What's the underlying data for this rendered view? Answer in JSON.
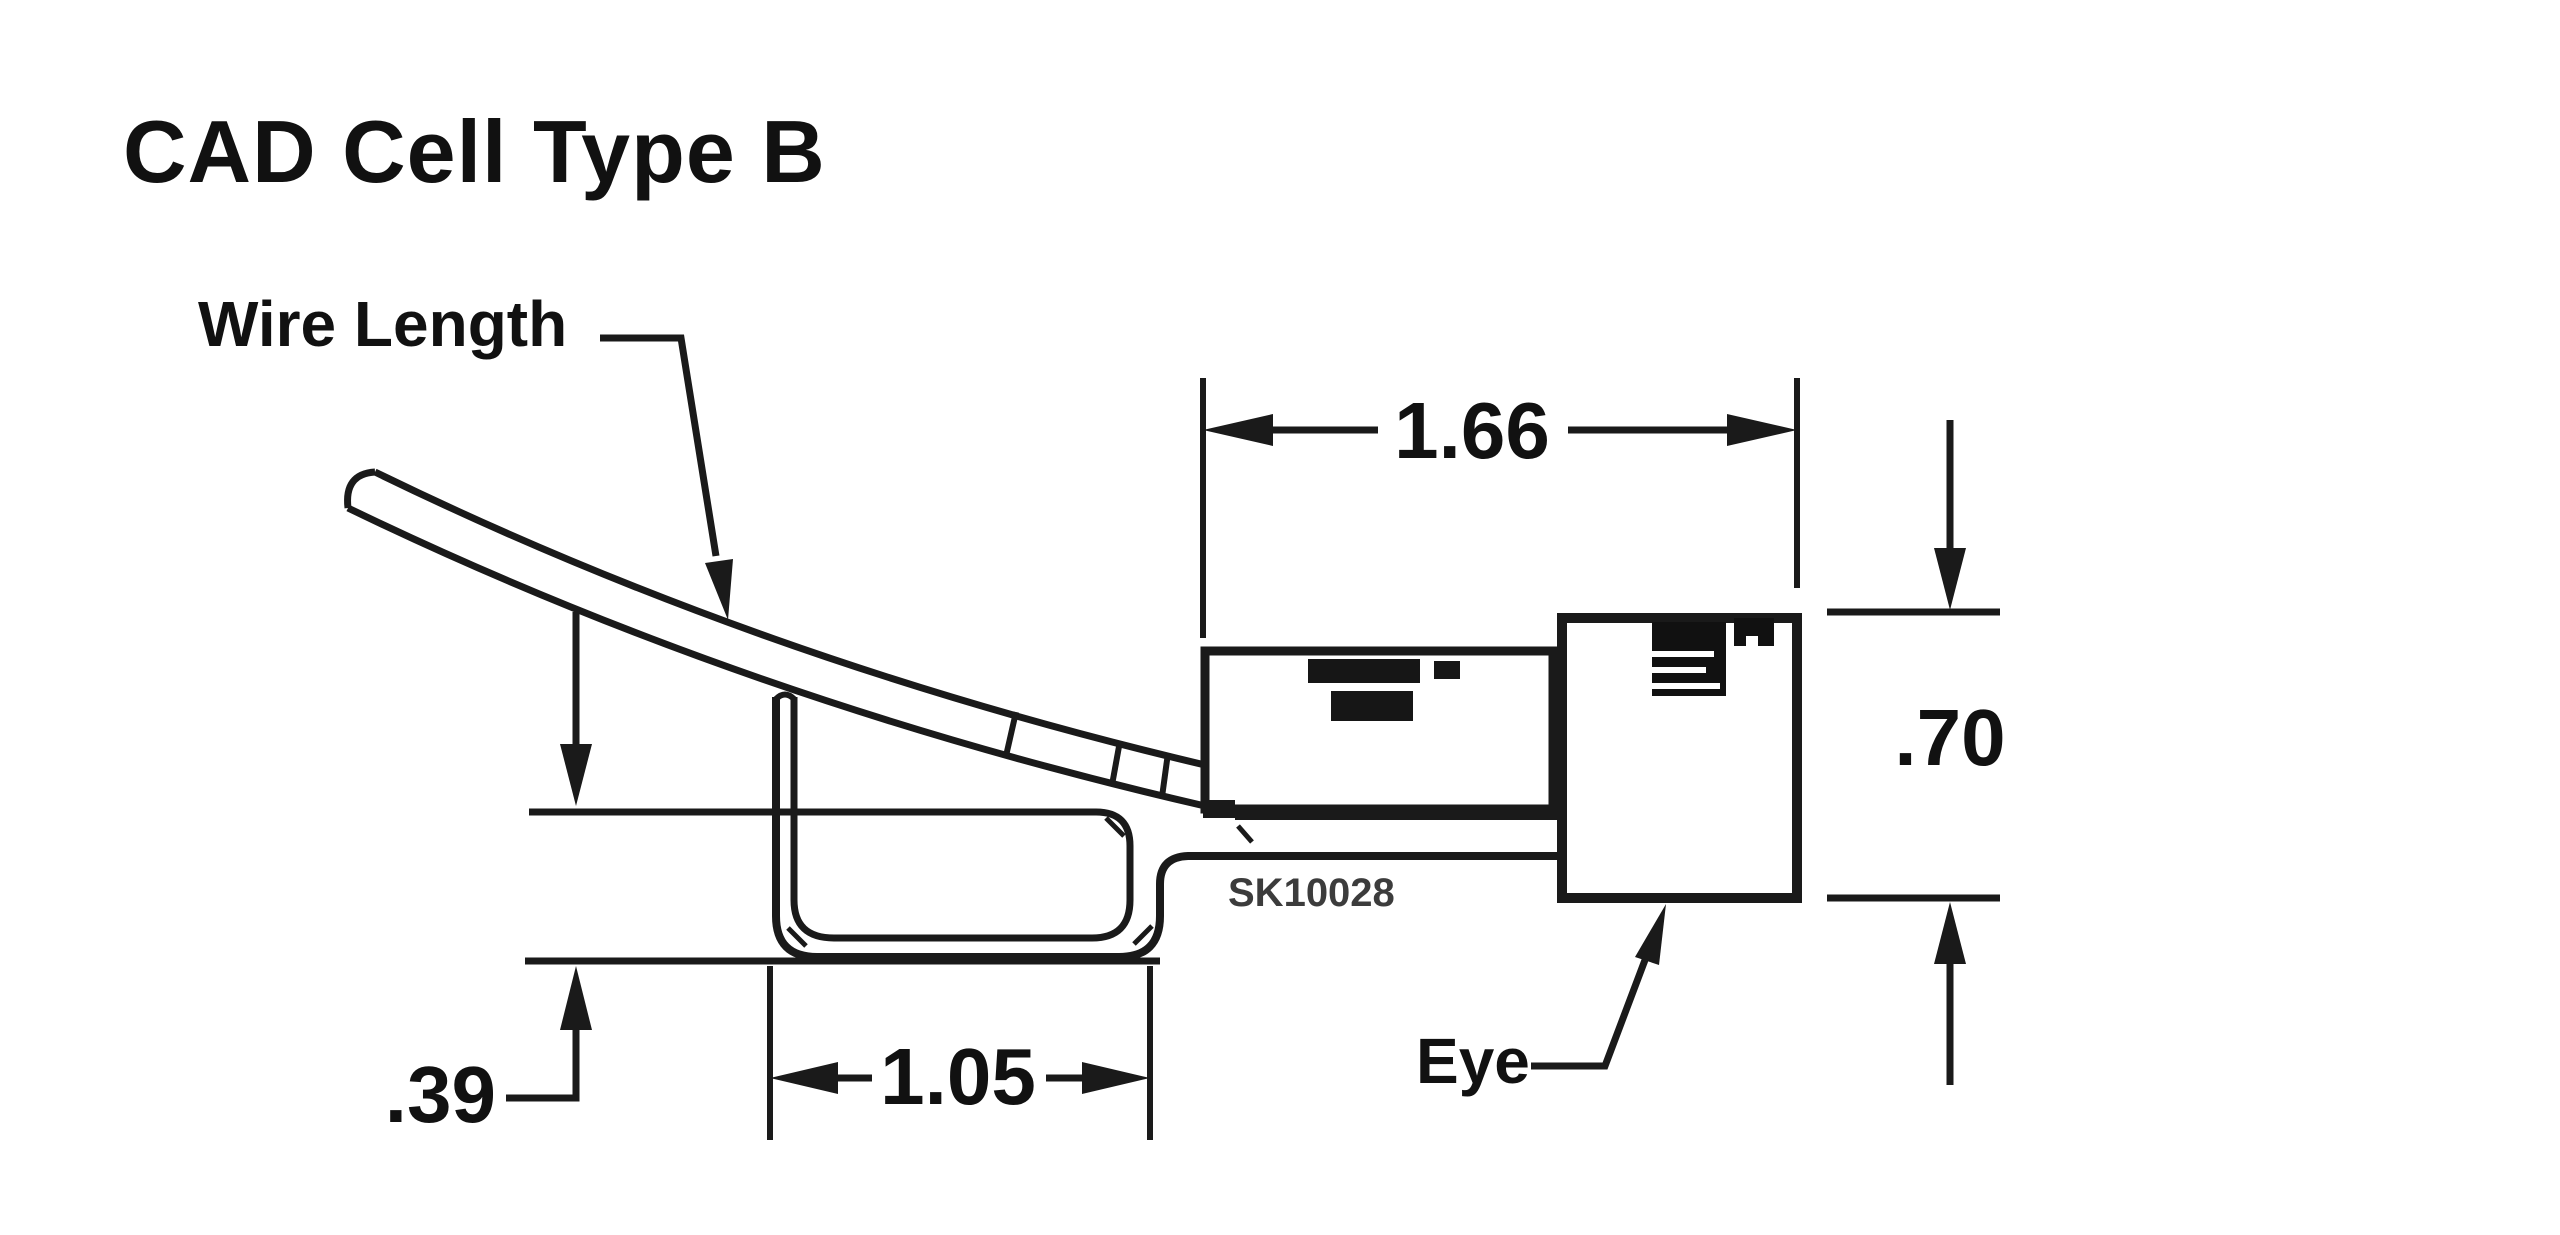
{
  "title": "CAD Cell Type B",
  "diagram": {
    "part_label": "SK10028",
    "callouts": {
      "wire": "Wire Length",
      "eye": "Eye"
    },
    "dimensions": {
      "overall_width_in": "1.66",
      "eye_height_in": ".70",
      "bracket_width_in": "1.05",
      "bracket_depth_in": ".39"
    },
    "colors": {
      "ink": "#1a1a1a",
      "muted_ink": "#3c3c3c",
      "background": "#ffffff"
    }
  }
}
